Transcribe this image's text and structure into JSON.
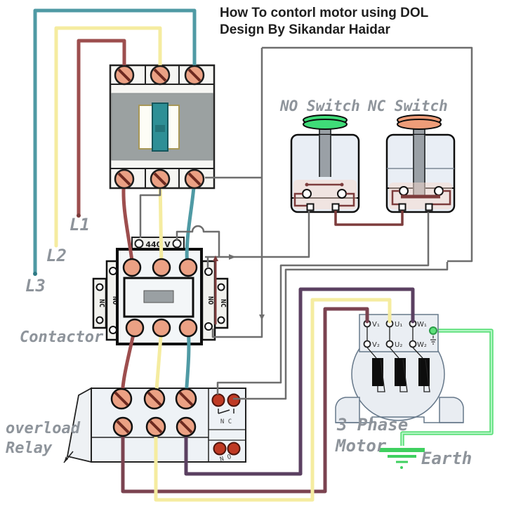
{
  "title": {
    "line1": "How To contorl motor using DOL",
    "line2": "Design By Sikandar Haidar"
  },
  "labels": {
    "no_switch": "NO Switch",
    "nc_switch": "NC Switch",
    "l1": "L1",
    "l2": "L2",
    "l3": "L3",
    "contactor": "Contactor",
    "overload_line1": "overload",
    "overload_line2": "Relay",
    "motor_line1": "3 Phase",
    "motor_line2": "Motor",
    "earth": "Earth",
    "coil_voltage": "440 V"
  },
  "contactor_aux": {
    "left_outer": "NC",
    "left_inner": "NO",
    "right_inner": "NO",
    "right_outer": "NC"
  },
  "overload_aux": {
    "top": "N C",
    "bottom": "N O"
  },
  "motor_terminals": {
    "v1": "V₁",
    "u1": "U₁",
    "w1": "W₁",
    "v2": "V₂",
    "u2": "U₂",
    "w2": "W₂"
  },
  "colors": {
    "title_color": "#1f1f1f",
    "label_gray": "#8e949b",
    "phase_red": "#9d4e4e",
    "phase_yellow": "#f5eca0",
    "phase_teal": "#4f9aa4",
    "control_gray": "#6e6e6e",
    "jumper_maroon": "#7d3c3c",
    "motor_maroon": "#7b4350",
    "wire_purple": "#5b4061",
    "wire_green": "#5fe07c",
    "start_cap": "#3fdc78",
    "stop_cap": "#ee9d79",
    "terminal_salmon": "#eba184",
    "terminal_slash": "#6e2a20",
    "aux_terminal_red": "#bf3a24",
    "toggle_teal": "#2e8f96",
    "earth_green": "#3fd05f"
  }
}
